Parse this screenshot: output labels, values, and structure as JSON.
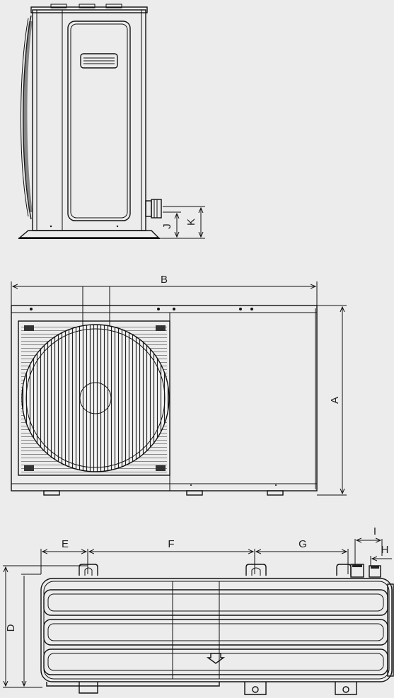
{
  "dimension_labels": {
    "A": "A",
    "B": "B",
    "D": "D",
    "E": "E",
    "F": "F",
    "G": "G",
    "H": "H",
    "I": "I",
    "J": "J",
    "K": "K"
  },
  "colors": {
    "background": "#ececec",
    "line": "#111111"
  }
}
